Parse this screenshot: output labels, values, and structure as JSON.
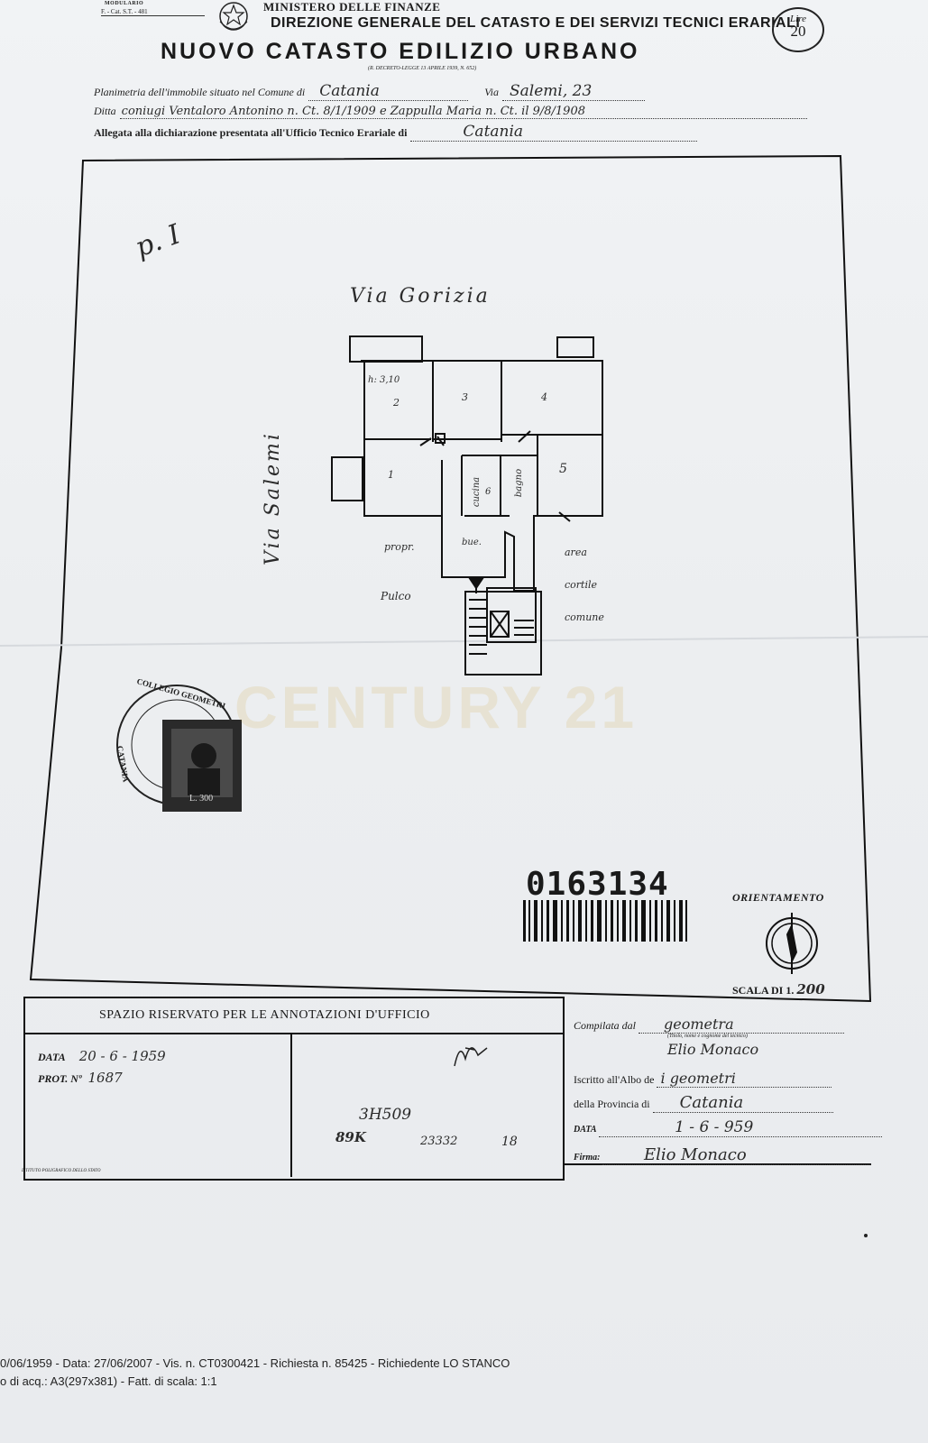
{
  "header": {
    "modulario": "MODULARIO",
    "form_code": "F. - Cat. S.T. - 481",
    "ministry": "MINISTERO DELLE FINANZE",
    "directorate": "DIREZIONE GENERALE DEL CATASTO E DEI SERVIZI TECNICI ERARIALI",
    "title": "NUOVO CATASTO EDILIZIO URBANO",
    "decree": "(R. DECRETO-LEGGE 13 APRILE 1939, N. 652)",
    "price_label": "Lire",
    "price_value": "20"
  },
  "form_fields": {
    "planimetria_label": "Planimetria dell'immobile situato nel Comune di",
    "comune_value": "Catania",
    "via_label": "Via",
    "via_value": "Salemi, 23",
    "ditta_label": "Ditta",
    "ditta_value": "coniugi Ventaloro Antonino n. Ct. 8/1/1909 e Zappulla Maria n. Ct. il 9/8/1908",
    "allegata_label": "Allegata alla dichiarazione presentata all'Ufficio Tecnico Erariale di",
    "ufficio_value": "Catania"
  },
  "plan": {
    "floor": "p. I",
    "street_top": "Via Gorizia",
    "street_left": "Via Salemi",
    "height_note": "h: 3,10",
    "rooms": [
      "2",
      "3",
      "4",
      "1",
      "5"
    ],
    "cucina": "cucina",
    "cucina_num": "6",
    "bagno": "bagno",
    "proprieta": "propr.",
    "altro": "bue.",
    "area_lines": [
      "area",
      "cortile",
      "comune"
    ],
    "pozzo": "Pulco"
  },
  "stamp": {
    "text": "COLLEGIO GEOMETRI",
    "side": "CATANIA",
    "value": "L. 300"
  },
  "watermark": "CENTURY 21",
  "barcode_number": "0163134",
  "orientation_label": "ORIENTAMENTO",
  "scale_label": "SCALA DI 1.",
  "scale_value": "200",
  "annotations": {
    "title": "SPAZIO RISERVATO PER LE ANNOTAZIONI D'UFFICIO",
    "data_label": "DATA",
    "data_value": "20 - 6 - 1959",
    "prot_label": "PROT. Nº",
    "prot_value": "1687",
    "code1": "3H509",
    "code2": "89K",
    "code3": "23332",
    "code4": "18",
    "printer": "ISTITUTO POLIGRAFICO DELLO STATO"
  },
  "compiler": {
    "compilata_label": "Compilata dal",
    "compilata_value": "geometra",
    "name_hint": "(Titolo, nome e cognome del tecnico)",
    "name_value": "Elio Monaco",
    "iscritto_label": "Iscritto all'Albo de",
    "iscritto_value": "i geometri",
    "provincia_label": "della Provincia di",
    "provincia_value": "Catania",
    "data_label": "DATA",
    "data_value": "1 - 6 - 959",
    "firma_label": "Firma:",
    "firma_value": "Elio Monaco"
  },
  "footer": {
    "line1": "0/06/1959 - Data: 27/06/2007 - Vis. n. CT0300421 - Richiesta n. 85425 - Richiedente LO STANCO",
    "line2": "o di acq.: A3(297x381) - Fatt. di scala: 1:1"
  }
}
